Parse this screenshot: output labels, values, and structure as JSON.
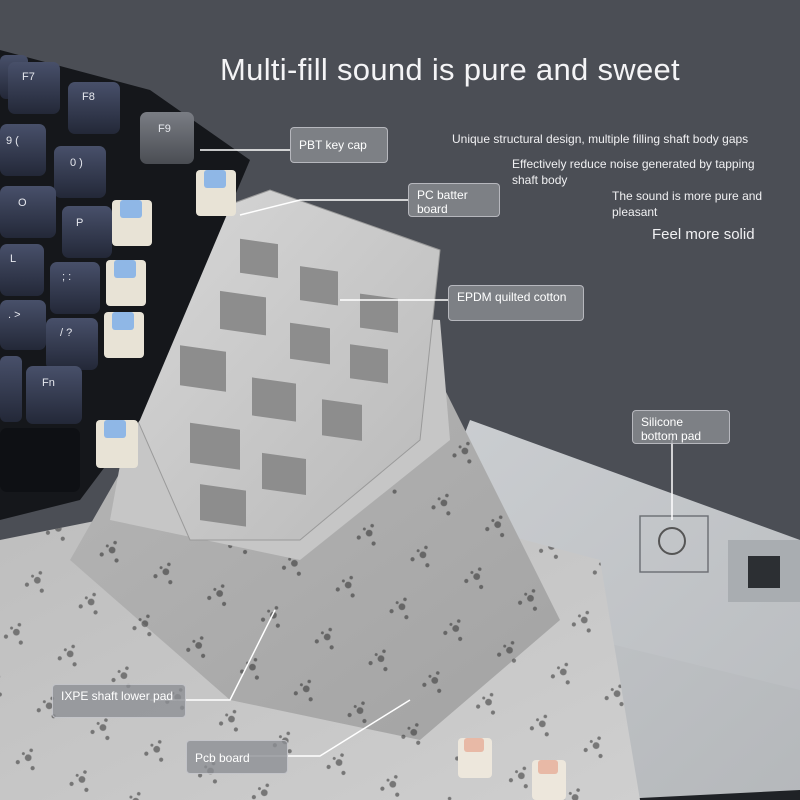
{
  "headline": "Multi-fill sound is pure and sweet",
  "features": [
    "Unique structural design, multiple filling shaft body gaps",
    "Effectively reduce noise generated by tapping shaft body",
    "The sound is more pure and pleasant",
    "Feel more solid"
  ],
  "callouts": {
    "pbt_keycap": "PBT key cap",
    "pc_board": "PC batter board",
    "epdm": "EPDM quilted cotton",
    "silicone": "Silicone bottom pad",
    "ixpe": "IXPE shaft lower pad",
    "pcb": "Pcb board"
  },
  "keys": {
    "f7": "F7",
    "f8": "F8",
    "f9": "F9",
    "k9": "9 (",
    "k0": "0 )",
    "o": "O",
    "p": "P",
    "l": "L",
    "semicolon": "; :",
    "period": ". >",
    "slash": "/ ?",
    "fn": "Fn"
  },
  "colors": {
    "background": "#4b4e55",
    "keycap_dark": "#2f3542",
    "keycap_gray": "#5e6168",
    "switch_stem": "#8fb7e6",
    "plate": "#c9c9c9",
    "callout_box": "#8c8e94"
  }
}
